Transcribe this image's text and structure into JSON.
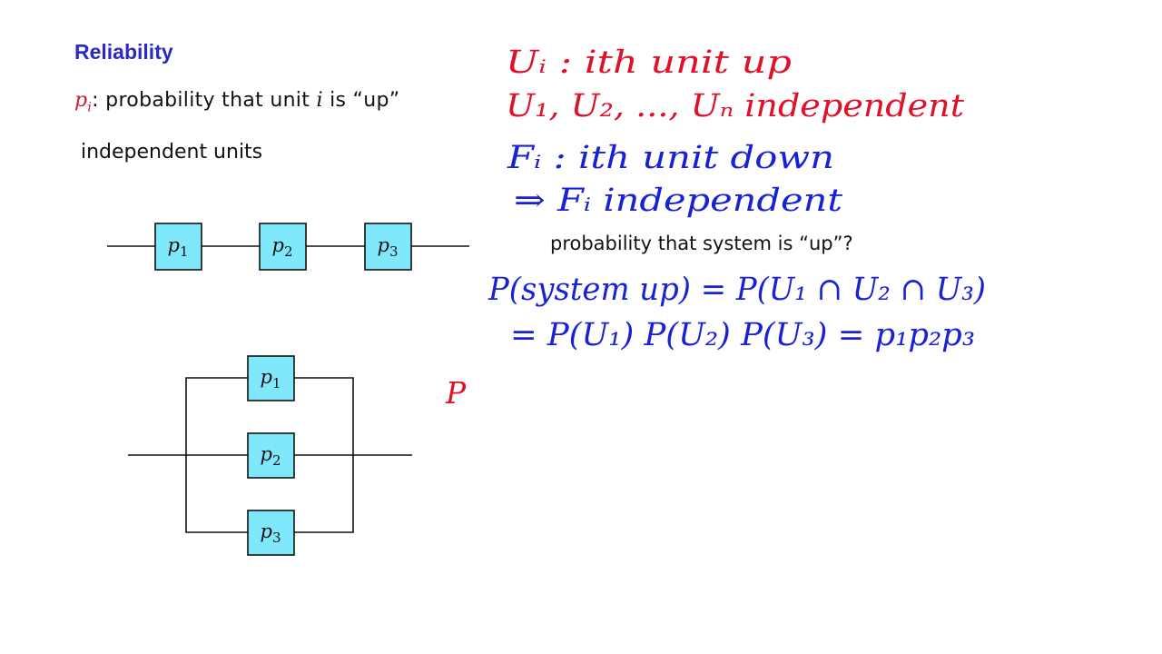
{
  "slide": {
    "title": "Reliability",
    "definition": {
      "symbol": "p",
      "subscript": "i",
      "text_before": ": probability that unit ",
      "variable": "i",
      "text_after": " is “up”"
    },
    "assumption": "independent units",
    "question": "probability that system is “up”?"
  },
  "series_diagram": {
    "units": [
      {
        "symbol": "p",
        "sub": "1"
      },
      {
        "symbol": "p",
        "sub": "2"
      },
      {
        "symbol": "p",
        "sub": "3"
      }
    ]
  },
  "parallel_diagram": {
    "units": [
      {
        "symbol": "p",
        "sub": "1"
      },
      {
        "symbol": "p",
        "sub": "2"
      },
      {
        "symbol": "p",
        "sub": "3"
      }
    ]
  },
  "handwritten_notes": {
    "red": [
      "Uᵢ : ith unit up",
      "U₁, U₂, ..., Uₙ  independent"
    ],
    "blue": [
      "Fᵢ : ith unit down",
      "⇒ Fᵢ  independent",
      "P(system up) = P(U₁ ∩ U₂ ∩ U₃)",
      "= P(U₁) P(U₂) P(U₃) = p₁p₂p₃"
    ],
    "red_partial": "P"
  },
  "colors": {
    "title": "#2a28c8",
    "highlight": "#c81a3a",
    "box_fill": "#7fe8fb",
    "ink_red": "#e0102a",
    "ink_blue": "#1820d8"
  }
}
